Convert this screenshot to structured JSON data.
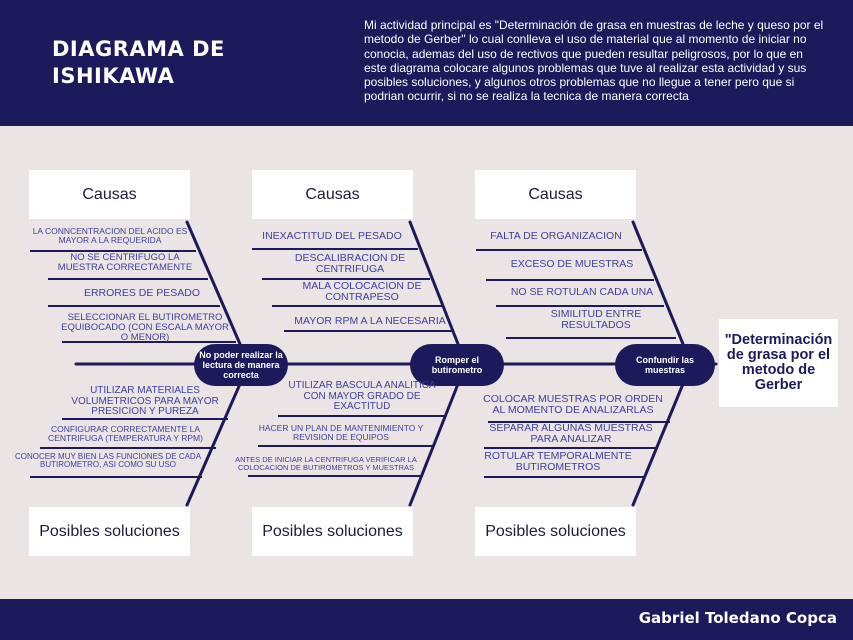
{
  "header": {
    "title": "DIAGRAMA DE ISHIKAWA",
    "intro": "Mi actividad principal es \"Determinación de grasa en muestras de leche y queso por el metodo de Gerber\" lo cual conlleva el uso de material que al momento de iniciar no conocia, ademas del uso de rectivos que pueden resultar peligrosos, por lo que en este diagrama colocare algunos problemas que tuve al realizar esta actividad y sus posibles soluciones, y algunos otros problemas que no llegue a tener pero que si podrian ocurrir, si no se realiza la tecnica de manera correcta"
  },
  "effect": "\"Determinación de grasa por el metodo de Gerber",
  "sections": [
    {
      "causes_label": "Causas",
      "solutions_label": "Posibles soluciones",
      "problem": "No poder realizar la lectura de manera correcta",
      "causes": [
        "LA CONNCENTRACION DEL ACIDO ES MAYOR A LA REQUERIDA",
        "NO SE CENTRIFUGO LA MUESTRA CORRECTAMENTE",
        "ERRORES DE PESADO",
        "SELECCIONAR EL BUTIROMETRO EQUIBOCADO (CON ESCALA MAYOR O MENOR)"
      ],
      "solutions": [
        "UTILIZAR MATERIALES VOLUMETRICOS PARA MAYOR PRESICION Y PUREZA",
        "CONFIGURAR CORRECTAMENTE LA CENTRIFUGA (TEMPERATURA Y RPM)",
        "CONOCER MUY BIEN LAS FUNCIONES DE CADA BUTIROMETRO, ASI COMO SU USO"
      ]
    },
    {
      "causes_label": "Causas",
      "solutions_label": "Posibles soluciones",
      "problem": "Romper el butirometro",
      "causes": [
        "INEXACTITUD DEL PESADO",
        "DESCALIBRACION DE CENTRIFUGA",
        "MALA COLOCACION DE CONTRAPESO",
        "MAYOR RPM A LA NECESARIA"
      ],
      "solutions": [
        "UTILIZAR BASCULA ANALITICA CON MAYOR GRADO DE EXACTITUD",
        "HACER UN PLAN DE MANTENIMIENTO Y REVISION DE EQUIPOS",
        "ANTES DE INICIAR LA CENTRIFUGA VERIFICAR LA COLOCACION DE BUTIROMETROS Y MUESTRAS"
      ]
    },
    {
      "causes_label": "Causas",
      "solutions_label": "Posibles soluciones",
      "problem": "Confundir las muestras",
      "causes": [
        "FALTA DE ORGANIZACION",
        "EXCESO DE MUESTRAS",
        "NO SE ROTULAN CADA UNA",
        "SIMILITUD ENTRE RESULTADOS"
      ],
      "solutions": [
        "COLOCAR MUESTRAS POR ORDEN AL MOMENTO DE ANALIZARLAS",
        "SEPARAR ALGUNAS MUESTRAS PARA ANALIZAR",
        "ROTULAR TEMPORALMENTE BUTIROMETROS"
      ]
    }
  ],
  "footer": {
    "author": "Gabriel Toledano Copca"
  },
  "colors": {
    "navy": "#1c1a5a",
    "text_blue": "#3d3f9f",
    "background": "#ebe4e4"
  }
}
